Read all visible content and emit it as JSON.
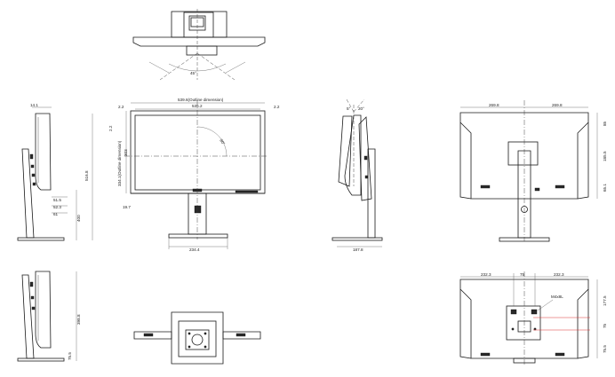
{
  "labels": {
    "swivel_angle": "45°",
    "outline_dimension": "539.6(Outline dimension)",
    "visible_width": "535.2",
    "bezel_left": "2.2",
    "bezel_right": "2.2",
    "bezel_top": "2.2",
    "visible_height_outline": "334.1(Outline dimension)",
    "visible_height": "303",
    "bottom_offset": "19.7",
    "pivot_angle": "90°",
    "base_width_front": "234.4",
    "side_depth_top": "14.1",
    "side_height_total": "516.8",
    "side_h_a": "51.5",
    "side_h_b": "52.3",
    "side_h_c": "61",
    "side_h_d": "400",
    "tilt_angle_a": "5°",
    "tilt_angle_b": "20°",
    "base_depth_side": "187.8",
    "back_w_left": "269.8",
    "back_w_right": "269.8",
    "back_h_a": "85",
    "back_h_b": "185.5",
    "back_h_c": "65.1",
    "lower_side_h": "398.8",
    "lower_side_b": "75.5",
    "vesa_w_left": "232.3",
    "vesa_w_mid": "75",
    "vesa_w_right": "232.3",
    "vesa_screw": "M4x8L",
    "vesa_h_top": "177.5",
    "vesa_h_mid": "75",
    "vesa_h_bottom": "75.5"
  }
}
